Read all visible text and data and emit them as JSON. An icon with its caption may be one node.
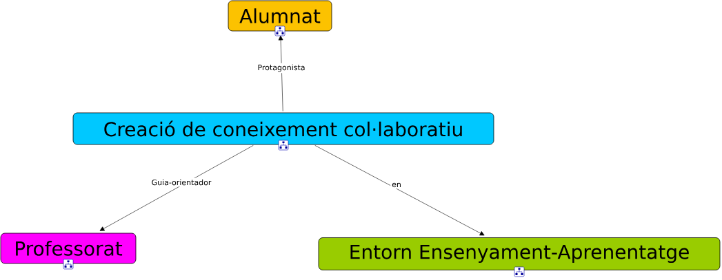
{
  "diagram": {
    "nodes": [
      {
        "text": [
          "Alumnat"
        ]
      },
      {
        "text": [
          "Creació de coneixement col·laboratiu"
        ]
      },
      {
        "text": [
          "Professorat"
        ]
      },
      {
        "text": [
          "Entorn Ensenyament-Aprenentatge"
        ]
      }
    ],
    "edges": [
      {
        "from": 1,
        "to": 0,
        "arrow": "to",
        "label": "Protagonista"
      },
      {
        "from": 1,
        "to": 2,
        "arrow": "to",
        "label": "Guia-orientador"
      },
      {
        "from": 1,
        "to": 3,
        "arrow": "to",
        "label": "en"
      }
    ]
  }
}
